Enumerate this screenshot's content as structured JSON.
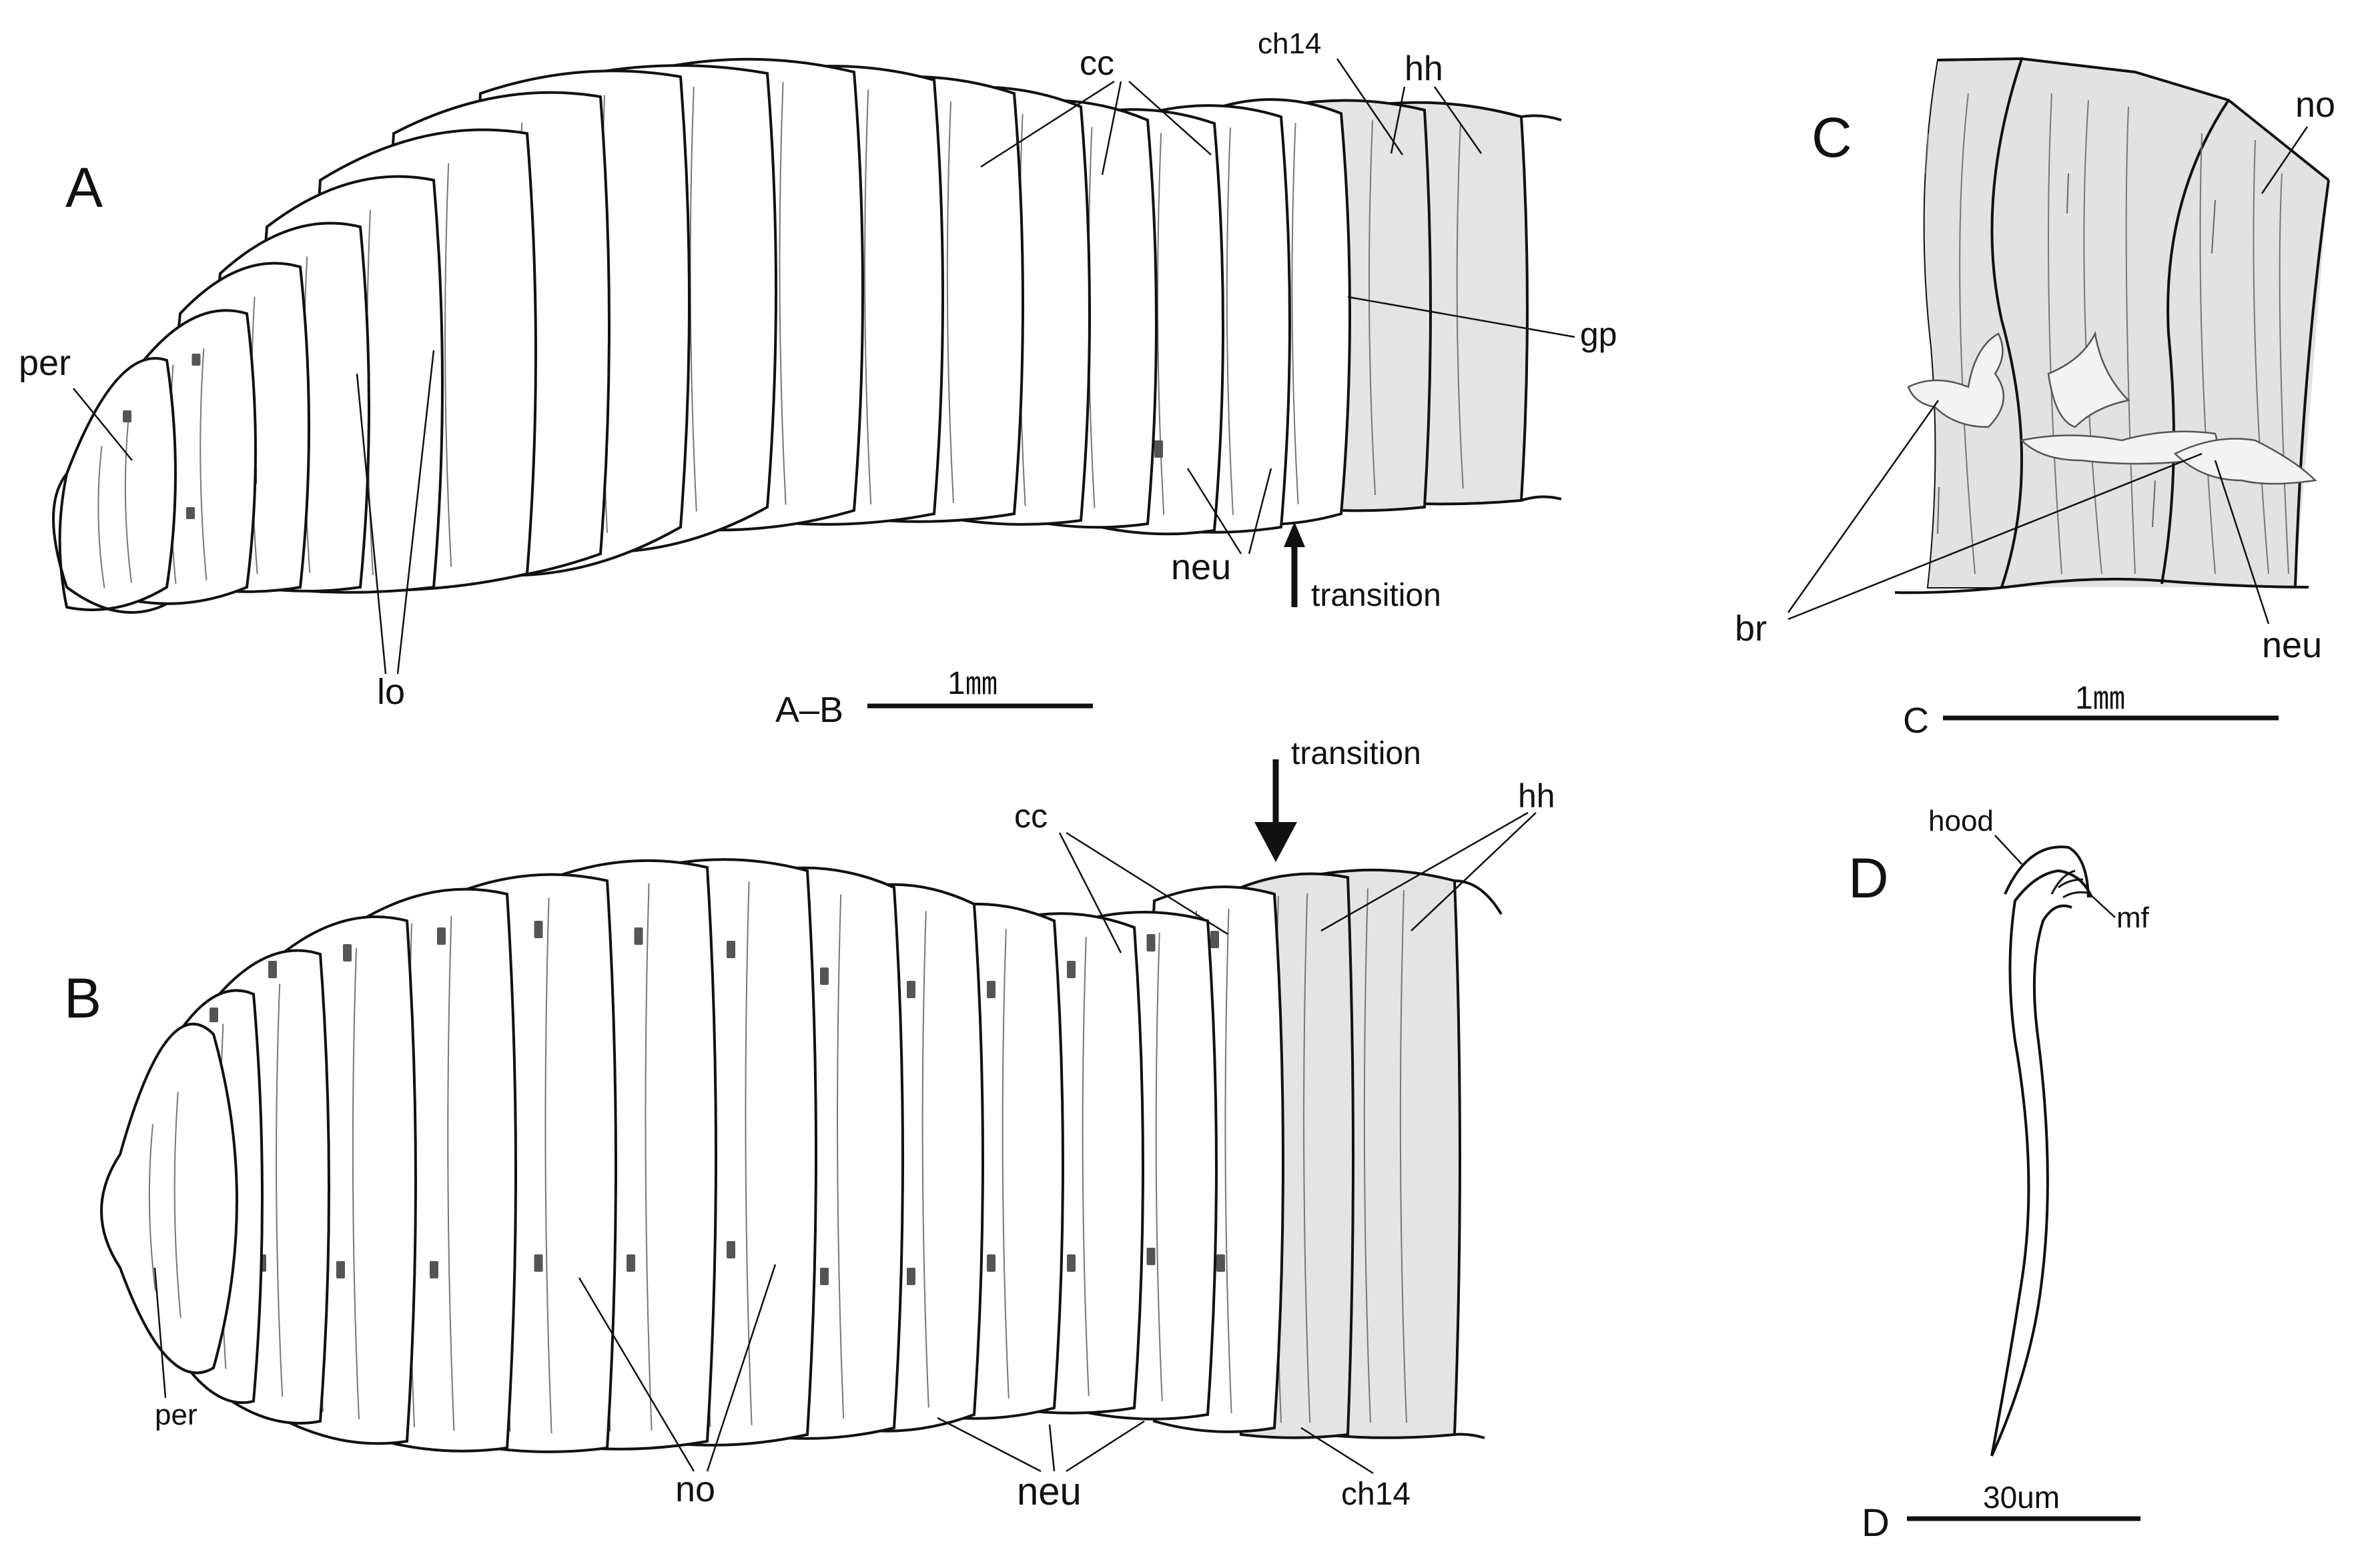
{
  "panels": {
    "A": {
      "letter": "A",
      "labels": {
        "cc": "cc",
        "ch14": "ch14",
        "hh": "hh",
        "gp": "gp",
        "per": "per",
        "lo": "lo",
        "neu": "neu",
        "transition": "transition"
      },
      "scalebar": {
        "prefix": "A–B",
        "value": "1㎜"
      }
    },
    "B": {
      "letter": "B",
      "labels": {
        "cc": "cc",
        "hh": "hh",
        "per": "per",
        "no": "no",
        "neu": "neu",
        "ch14": "ch14",
        "transition": "transition"
      }
    },
    "C": {
      "letter": "C",
      "labels": {
        "no": "no",
        "br": "br",
        "neu": "neu"
      },
      "scalebar": {
        "prefix": "C",
        "value": "1㎜"
      }
    },
    "D": {
      "letter": "D",
      "labels": {
        "hood": "hood",
        "mf": "mf"
      },
      "scalebar": {
        "prefix": "D",
        "value": "30um"
      }
    }
  },
  "colors": {
    "ink": "#111111",
    "shading": "#e4e4e4",
    "line": "#777777"
  }
}
